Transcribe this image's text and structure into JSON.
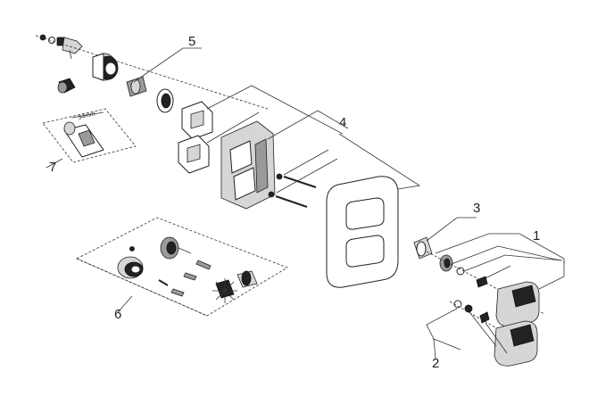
{
  "diagram": {
    "callouts": [
      {
        "id": "1",
        "label": "1"
      },
      {
        "id": "2",
        "label": "2"
      },
      {
        "id": "3",
        "label": "3"
      },
      {
        "id": "4",
        "label": "4"
      },
      {
        "id": "5",
        "label": "5"
      },
      {
        "id": "6",
        "label": "6"
      },
      {
        "id": "7",
        "label": "7"
      }
    ],
    "dimension_label": "34mm",
    "colors": {
      "line": "#222222",
      "fill_dark": "#222222",
      "fill_grey": "#9a9a9a",
      "fill_light": "#d6d6d6",
      "background": "#ffffff"
    }
  }
}
